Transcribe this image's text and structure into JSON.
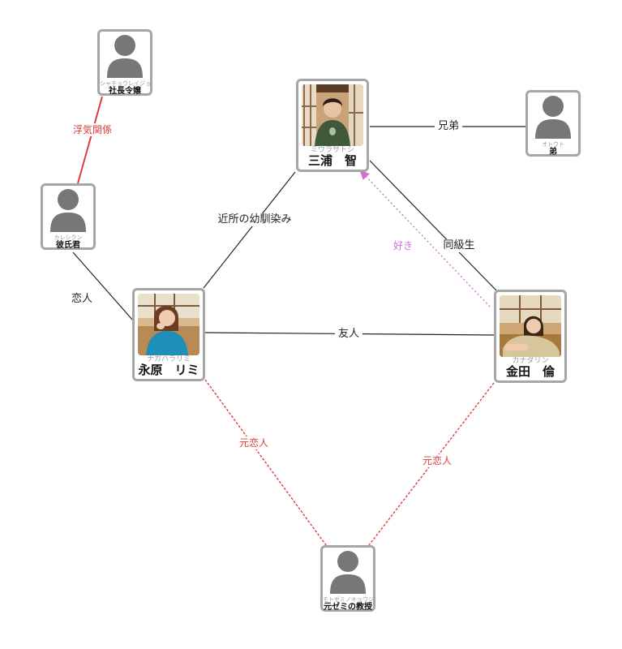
{
  "people": {
    "miura": {
      "kana": "ミウラサトシ",
      "name": "三浦　智"
    },
    "nagahara": {
      "kana": "ナガハラリミ",
      "name": "永原　リミ"
    },
    "kaneda": {
      "kana": "カナダリン",
      "name": "金田　倫"
    },
    "shacho": {
      "kana": "シャチョウレイジョウ",
      "name": "社長令嬢"
    },
    "kareshi": {
      "kana": "カレシクン",
      "name": "彼氏君"
    },
    "ototo": {
      "kana": "オトウト",
      "name": "弟"
    },
    "kyoju": {
      "kana": "モトゼミノキョウジュ",
      "name": "元ゼミの教授"
    }
  },
  "relations": {
    "uwaki": "浮気関係",
    "kyodai": "兄弟",
    "osananajimi": "近所の幼馴染み",
    "dokyusei": "同級生",
    "suki": "好き",
    "koibito": "恋人",
    "yujin": "友人",
    "moto_koibito_1": "元恋人",
    "moto_koibito_2": "元恋人"
  },
  "colors": {
    "line": "#222222",
    "ex_line": "#e03b3b",
    "like_line": "#d070d6",
    "card_border": "#a6a6a6",
    "avatar": "#777777"
  }
}
